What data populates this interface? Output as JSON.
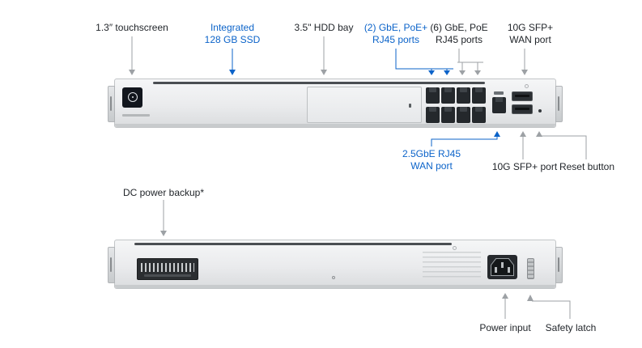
{
  "colors": {
    "accent_blue": "#0b63c9",
    "leader_gray": "#9da1a5",
    "label_text": "#1f2328"
  },
  "front_callouts": {
    "touchscreen": "1.3″ touchscreen",
    "ssd": [
      "Integrated",
      "128 GB SSD"
    ],
    "hdd_bay": "3.5\" HDD bay",
    "poe_plus": [
      "(2) GbE, PoE+",
      "RJ45 ports"
    ],
    "poe": [
      "(6) GbE, PoE",
      "RJ45 ports"
    ],
    "sfp_wan": [
      "10G SFP+",
      "WAN port"
    ],
    "wan_rj45": [
      "2.5GbE RJ45",
      "WAN port"
    ],
    "sfp_lan": "10G SFP+ port",
    "reset": "Reset button"
  },
  "rear_callouts": {
    "dc_backup": "DC power backup*",
    "power_input": "Power input",
    "safety_latch": "Safety latch"
  }
}
